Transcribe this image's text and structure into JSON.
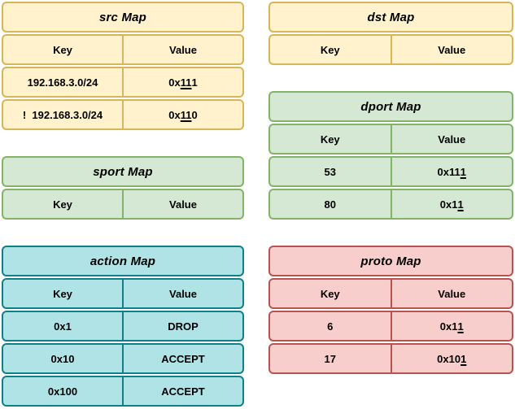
{
  "colors": {
    "yellow": {
      "fill": "#FFF2CC",
      "stroke": "#D6B656"
    },
    "green": {
      "fill": "#D5E8D4",
      "stroke": "#82B366"
    },
    "teal": {
      "fill": "#B0E3E6",
      "stroke": "#0E8088"
    },
    "red": {
      "fill": "#F8CECC",
      "stroke": "#B85450"
    }
  },
  "tables": {
    "src": {
      "title": "src Map",
      "headers": {
        "key": "Key",
        "value": "Value"
      },
      "rows": [
        {
          "key": "192.168.3.0/24",
          "value": {
            "pre": "0x",
            "underline": "11",
            "post": "1"
          }
        },
        {
          "key": "!  192.168.3.0/24",
          "value": {
            "pre": "0x",
            "underline": "11",
            "post": "0"
          }
        }
      ]
    },
    "dst": {
      "title": "dst Map",
      "headers": {
        "key": "Key",
        "value": "Value"
      },
      "rows": []
    },
    "sport": {
      "title": "sport Map",
      "headers": {
        "key": "Key",
        "value": "Value"
      },
      "rows": []
    },
    "dport": {
      "title": "dport Map",
      "headers": {
        "key": "Key",
        "value": "Value"
      },
      "rows": [
        {
          "key": "53",
          "value": {
            "pre": "0x11",
            "underline": "1",
            "post": ""
          }
        },
        {
          "key": "80",
          "value": {
            "pre": "0x1",
            "underline": "1",
            "post": ""
          }
        }
      ]
    },
    "action": {
      "title": "action Map",
      "headers": {
        "key": "Key",
        "value": "Value"
      },
      "rows": [
        {
          "key": "0x1",
          "value": {
            "pre": "DROP",
            "underline": "",
            "post": ""
          }
        },
        {
          "key": "0x10",
          "value": {
            "pre": "ACCEPT",
            "underline": "",
            "post": ""
          }
        },
        {
          "key": "0x100",
          "value": {
            "pre": "ACCEPT",
            "underline": "",
            "post": ""
          }
        }
      ]
    },
    "proto": {
      "title": "proto Map",
      "headers": {
        "key": "Key",
        "value": "Value"
      },
      "rows": [
        {
          "key": "6",
          "value": {
            "pre": "0x1",
            "underline": "1",
            "post": ""
          }
        },
        {
          "key": "17",
          "value": {
            "pre": "0x10",
            "underline": "1",
            "post": ""
          }
        }
      ]
    }
  }
}
